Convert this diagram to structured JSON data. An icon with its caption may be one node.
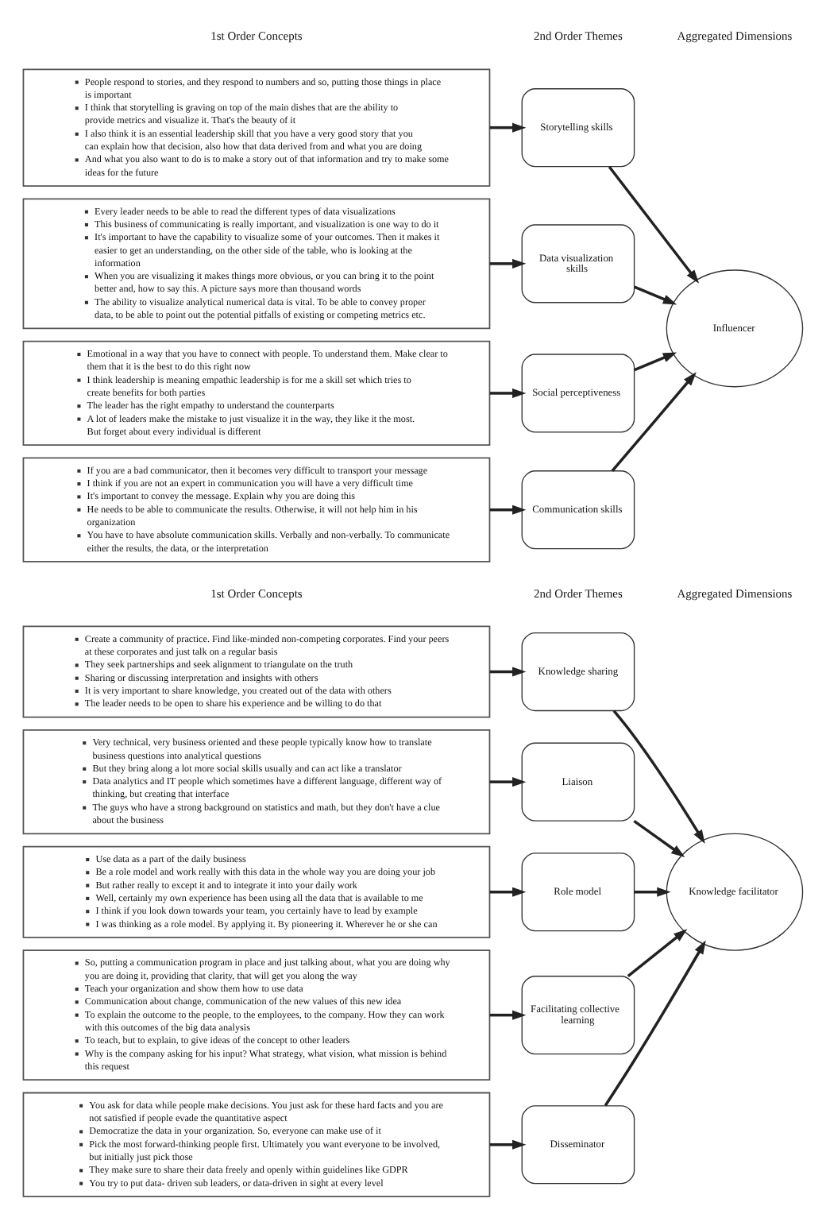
{
  "diagram": {
    "nodes": [
      {
        "text": [
          "People respond to stories, and they respond to numbers and so, putting those things in place is important",
          "I think that storytelling is graving on top of the main dishes that are the ability to provide metrics and visualize it. That's the beauty of it",
          "I also think it is an essential leadership skill that you have a very good story that you can explain how that decision, also how that data derived from and what you are doing",
          "And what you also want to do is to make a story out of that information and try to make some ideas for the future"
        ]
      },
      {
        "text": [
          "Storytelling skills"
        ]
      },
      {
        "text": [
          "Every leader needs to be able to read the different types of data visualizations",
          "This business of communicating is really important, and visualization is one way to do it",
          "It's important to have the capability to visualize some of your outcomes. Then it makes it easier to get an understanding, on the other side of the table, who is looking at the information",
          "When you are visualizing it makes things more obvious, or you can bring it to the point better and, how to say this. A picture says more than thousand words",
          "The ability to visualize analytical numerical data is vital. To be able to convey proper data, to be able to point out the potential pitfalls of existing or competing metrics etc."
        ]
      },
      {
        "text": [
          "Data visualization skills"
        ]
      },
      {
        "text": [
          "Emotional in a way that you have to connect with people. To understand them. Make clear to them that it is the best to do this right now",
          "I think leadership is meaning empathic leadership is for me a skill set which tries to create benefits for both parties",
          "The leader has the right empathy to understand the counterparts",
          "A lot of leaders make the mistake to just visualize it in the way, they like it the most. But forget about every individual is different"
        ]
      },
      {
        "text": [
          "Social perceptiveness"
        ]
      },
      {
        "text": [
          "If you are a bad communicator, then it becomes very difficult to transport your message",
          "I think if you are not an expert in communication you will have a very difficult time",
          "It's important to convey the message. Explain why you are doing this",
          "He needs to be able to communicate the results. Otherwise, it will not help him in his organization",
          "You have to have absolute communication skills. Verbally and non-verbally. To communicate either the results, the data, or the interpretation"
        ]
      },
      {
        "text": [
          "Communication skills"
        ]
      },
      {
        "text": [
          "Influencer"
        ]
      },
      {
        "text": [
          "Create a community of practice. Find like-minded non-competing corporates. Find your peers at these corporates and just talk on a regular basis",
          "They seek partnerships and seek alignment to triangulate on the truth",
          "Sharing or discussing interpretation and insights with others",
          "It is very important to share knowledge, you created out of the data with others",
          "The leader needs to be open to share his experience and be willing to do that"
        ]
      },
      {
        "text": [
          "Knowledge sharing"
        ]
      },
      {
        "text": [
          "Very technical, very business oriented and these people typically know how to translate business questions into analytical questions",
          "But they bring along a lot more social skills usually and can act like a translator",
          "Data analytics and IT people which sometimes have a different language, different way of thinking, but creating that interface",
          "The guys who have a strong background on statistics and math, but they don't have a clue about the business"
        ]
      },
      {
        "text": [
          "Liaison"
        ]
      },
      {
        "text": [
          "Use data as a part of the daily business",
          "Be a role model and work really with this data in the whole way you are doing your job",
          "But rather really to except it and to integrate it into your daily work",
          "Well, certainly my own experience has been using all the data that is available to me",
          "I think if you look down towards your team, you certainly have to lead by example",
          "I was thinking as a role model. By applying it. By pioneering it. Wherever he or she can"
        ]
      },
      {
        "text": [
          "Role model"
        ]
      },
      {
        "text": [
          "So, putting a communication program in place and just talking about, what you are doing why you are doing it, providing that clarity, that will get you along the way",
          "Teach your organization and show them how to use data",
          "Communication about change, communication of the new values of this new idea",
          "To explain the outcome to the people, to the employees, to the company. How they can work with this outcomes of the big data analysis",
          "To teach, but to explain, to give ideas of the concept to other leaders",
          "Why is the company asking for his input? What strategy, what vision, what mission is behind this request"
        ]
      },
      {
        "text": [
          "Facilitating collective learning"
        ]
      },
      {
        "text": [
          "You ask for data while people make decisions. You just ask for these hard facts and you are not satisfied if people evade the quantitative aspect",
          "Democratize the data in your organization. So, everyone can make use of it",
          "Pick the most forward-thinking people first. Ultimately you want everyone to be involved, but initially just pick those",
          "They make sure to share their data freely and openly within guidelines like GDPR",
          "You try to put data- driven sub leaders, or data-driven in sight at every level"
        ]
      },
      {
        "text": [
          "Disseminator"
        ]
      },
      {
        "text": [
          "Knowledge facilitator"
        ]
      }
    ],
    "edges": [
      {
        "from": 0,
        "to": 1,
        "arrow": "to"
      },
      {
        "from": 2,
        "to": 3,
        "arrow": "to"
      },
      {
        "from": 4,
        "to": 5,
        "arrow": "to"
      },
      {
        "from": 6,
        "to": 7,
        "arrow": "to"
      },
      {
        "from": 1,
        "to": 8,
        "arrow": "to"
      },
      {
        "from": 3,
        "to": 8,
        "arrow": "to"
      },
      {
        "from": 5,
        "to": 8,
        "arrow": "to"
      },
      {
        "from": 7,
        "to": 8,
        "arrow": "to"
      },
      {
        "from": 9,
        "to": 10,
        "arrow": "to"
      },
      {
        "from": 11,
        "to": 12,
        "arrow": "to"
      },
      {
        "from": 13,
        "to": 14,
        "arrow": "to"
      },
      {
        "from": 15,
        "to": 16,
        "arrow": "to"
      },
      {
        "from": 17,
        "to": 18,
        "arrow": "to"
      },
      {
        "from": 10,
        "to": 19,
        "arrow": "to"
      },
      {
        "from": 12,
        "to": 19,
        "arrow": "to"
      },
      {
        "from": 14,
        "to": 19,
        "arrow": "to"
      },
      {
        "from": 16,
        "to": 19,
        "arrow": "to"
      },
      {
        "from": 18,
        "to": 19,
        "arrow": "to"
      }
    ],
    "labels": [
      "1st Order Concepts",
      "2nd Order Themes",
      "Aggregated Dimensions",
      "1st Order Concepts",
      "2nd Order Themes",
      "Aggregated Dimensions"
    ]
  }
}
